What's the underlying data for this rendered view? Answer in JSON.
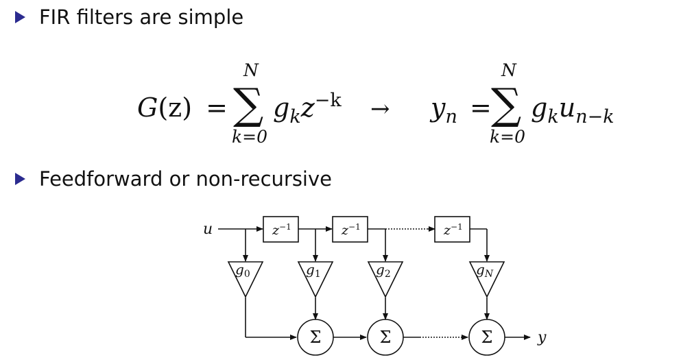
{
  "bullets": [
    {
      "text": "FIR filters are simple"
    },
    {
      "text": "Feedforward or non-recursive"
    }
  ],
  "equation": {
    "lhs1_G": "G",
    "lhs1_arg": "(z)",
    "equals": "=",
    "sum_upper": "N",
    "sum_lower": "k=0",
    "sigma": "∑",
    "g": "g",
    "k_sub": "k",
    "z": "z",
    "z_exp": "−k",
    "arrow": "→",
    "y": "y",
    "n_sub": "n",
    "u": "u",
    "u_sub": "n−k"
  },
  "diagram": {
    "input_label": "u",
    "output_label": "y",
    "delay_label": "z",
    "delay_exp": "−1",
    "gain_label": "g",
    "gain_subs": [
      "0",
      "1",
      "2",
      "N"
    ],
    "sum_symbol": "Σ"
  }
}
